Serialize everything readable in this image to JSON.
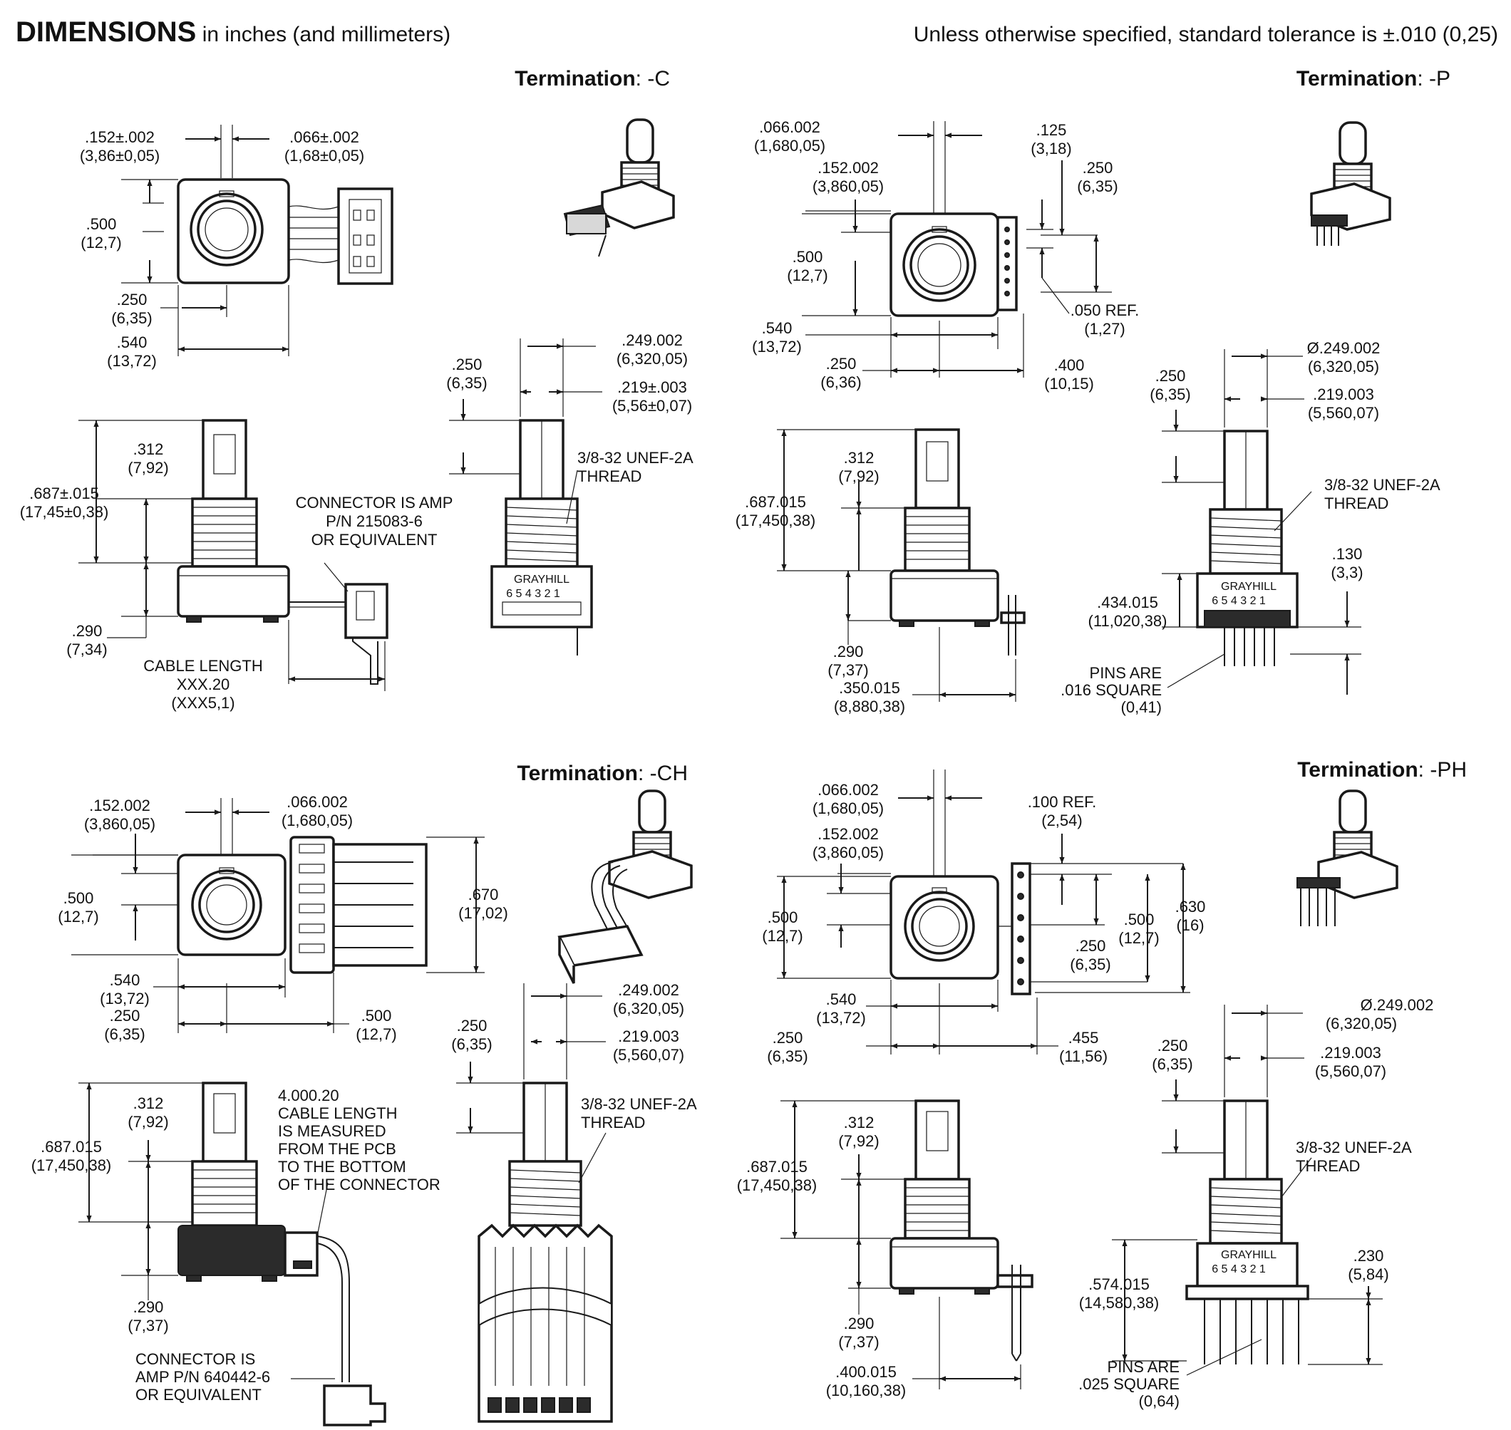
{
  "header": {
    "title_bold": "DIMENSIONS",
    "title_rest": " in inches (and millimeters)",
    "tolerance": "Unless otherwise specified, standard tolerance is ±.010 (0,25)"
  },
  "sections": {
    "c": {
      "label_bold": "Termination",
      "label_rest": ": -C"
    },
    "p": {
      "label_bold": "Termination",
      "label_rest": ": -P"
    },
    "ch": {
      "label_bold": "Termination",
      "label_rest": ": -CH"
    },
    "ph": {
      "label_bold": "Termination",
      "label_rest": ": -PH"
    }
  },
  "marks": {
    "grayhill": "GRAYHILL",
    "pin_numbers": "6 5 4 3 2 1"
  },
  "dims": {
    "c_152": [
      ".152±.002",
      "(3,86±0,05)"
    ],
    "c_066": [
      ".066±.002",
      "(1,68±0,05)"
    ],
    "c_500": [
      ".500",
      "(12,7)"
    ],
    "c_250": [
      ".250",
      "(6,35)"
    ],
    "c_540": [
      ".540",
      "(13,72)"
    ],
    "c_249": [
      ".249.002",
      "(6,320,05)"
    ],
    "c_250b": [
      ".250",
      "(6,35)"
    ],
    "c_219": [
      ".219±.003",
      "(5,56±0,07)"
    ],
    "c_thread": [
      "3/8-32 UNEF-2A",
      "THREAD"
    ],
    "c_312": [
      ".312",
      "(7,92)"
    ],
    "c_687": [
      ".687±.015",
      "(17,45±0,38)"
    ],
    "c_conn": [
      "CONNECTOR IS AMP",
      "P/N 215083-6",
      "OR EQUIVALENT"
    ],
    "c_290": [
      ".290",
      "(7,34)"
    ],
    "c_cable": [
      "CABLE LENGTH",
      "XXX.20",
      "(XXX5,1)"
    ],
    "p_066": [
      ".066.002",
      "(1,680,05)"
    ],
    "p_125": [
      ".125",
      "(3,18)"
    ],
    "p_152": [
      ".152.002",
      "(3,860,05)"
    ],
    "p_250a": [
      ".250",
      "(6,35)"
    ],
    "p_500": [
      ".500",
      "(12,7)"
    ],
    "p_050": [
      ".050 REF.",
      "(1,27)"
    ],
    "p_540": [
      ".540",
      "(13,72)"
    ],
    "p_250b": [
      ".250",
      "(6,36)"
    ],
    "p_400": [
      ".400",
      "(10,15)"
    ],
    "p_249": [
      "Ø.249.002",
      "(6,320,05)"
    ],
    "p_250c": [
      ".250",
      "(6,35)"
    ],
    "p_219": [
      ".219.003",
      "(5,560,07)"
    ],
    "p_thread": [
      "3/8-32 UNEF-2A",
      "THREAD"
    ],
    "p_312": [
      ".312",
      "(7,92)"
    ],
    "p_687": [
      ".687.015",
      "(17,450,38)"
    ],
    "p_130": [
      ".130",
      "(3,3)"
    ],
    "p_434": [
      ".434.015",
      "(11,020,38)"
    ],
    "p_290": [
      ".290",
      "(7,37)"
    ],
    "p_pins": [
      "PINS ARE",
      ".016 SQUARE",
      "(0,41)"
    ],
    "p_350": [
      ".350.015",
      "(8,880,38)"
    ],
    "ch_152": [
      ".152.002",
      "(3,860,05)"
    ],
    "ch_066": [
      ".066.002",
      "(1,680,05)"
    ],
    "ch_500": [
      ".500",
      "(12,7)"
    ],
    "ch_670": [
      ".670",
      "(17,02)"
    ],
    "ch_540": [
      ".540",
      "(13,72)"
    ],
    "ch_250": [
      ".250",
      "(6,35)"
    ],
    "ch_500b": [
      ".500",
      "(12,7)"
    ],
    "ch_249": [
      ".249.002",
      "(6,320,05)"
    ],
    "ch_250b": [
      ".250",
      "(6,35)"
    ],
    "ch_219": [
      ".219.003",
      "(5,560,07)"
    ],
    "ch_thread": [
      "3/8-32 UNEF-2A",
      "THREAD"
    ],
    "ch_312": [
      ".312",
      "(7,92)"
    ],
    "ch_687": [
      ".687.015",
      "(17,450,38)"
    ],
    "ch_cable": [
      "4.000.20",
      "CABLE LENGTH",
      "IS MEASURED",
      "FROM THE PCB",
      "TO THE BOTTOM",
      "OF THE CONNECTOR"
    ],
    "ch_290": [
      ".290",
      "(7,37)"
    ],
    "ch_conn": [
      "CONNECTOR IS",
      "AMP P/N 640442-6",
      "OR EQUIVALENT"
    ],
    "ph_066": [
      ".066.002",
      "(1,680,05)"
    ],
    "ph_100": [
      ".100 REF.",
      "(2,54)"
    ],
    "ph_152": [
      ".152.002",
      "(3,860,05)"
    ],
    "ph_500a": [
      ".500",
      "(12,7)"
    ],
    "ph_630": [
      ".630",
      "(16)"
    ],
    "ph_500b": [
      ".500",
      "(12,7)"
    ],
    "ph_250a": [
      ".250",
      "(6,35)"
    ],
    "ph_540": [
      ".540",
      "(13,72)"
    ],
    "ph_250b": [
      ".250",
      "(6,35)"
    ],
    "ph_455": [
      ".455",
      "(11,56)"
    ],
    "ph_249": [
      "Ø.249.002",
      "(6,320,05)"
    ],
    "ph_250c": [
      ".250",
      "(6,35)"
    ],
    "ph_219": [
      ".219.003",
      "(5,560,07)"
    ],
    "ph_thread": [
      "3/8-32 UNEF-2A",
      "THREAD"
    ],
    "ph_312": [
      ".312",
      "(7,92)"
    ],
    "ph_687": [
      ".687.015",
      "(17,450,38)"
    ],
    "ph_230": [
      ".230",
      "(5,84)"
    ],
    "ph_574": [
      ".574.015",
      "(14,580,38)"
    ],
    "ph_290": [
      ".290",
      "(7,37)"
    ],
    "ph_pins": [
      "PINS ARE",
      ".025 SQUARE",
      "(0,64)"
    ],
    "ph_400": [
      ".400.015",
      "(10,160,38)"
    ]
  }
}
